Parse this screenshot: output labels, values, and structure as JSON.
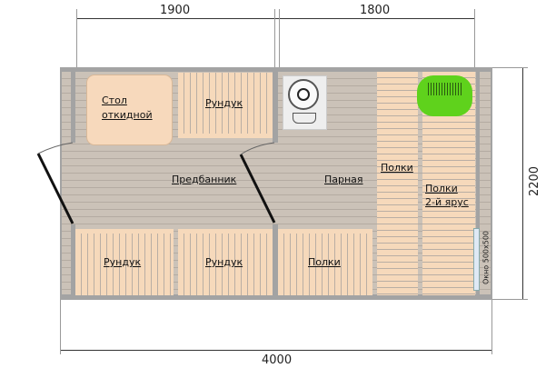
{
  "dimensions": {
    "top_left": "1900",
    "top_right": "1800",
    "right": "2200",
    "bottom": "4000"
  },
  "rooms": {
    "table_line1": "Стол",
    "table_line2": "откидной",
    "chest_top": "Рундук",
    "anteroom": "Предбанник",
    "steam_room": "Парная",
    "shelves": "Полки",
    "shelves2_line1": "Полки",
    "shelves2_line2": "2-й ярус",
    "chest_bottom_left": "Рундук",
    "chest_bottom_mid": "Рундук",
    "shelves_bottom": "Полки",
    "window": "Окно 500x500"
  },
  "colors": {
    "wall": "#a3a3a3",
    "floor": "#cbc2b8",
    "wood": "#f6d9bb",
    "accent": "#5fd21c"
  }
}
